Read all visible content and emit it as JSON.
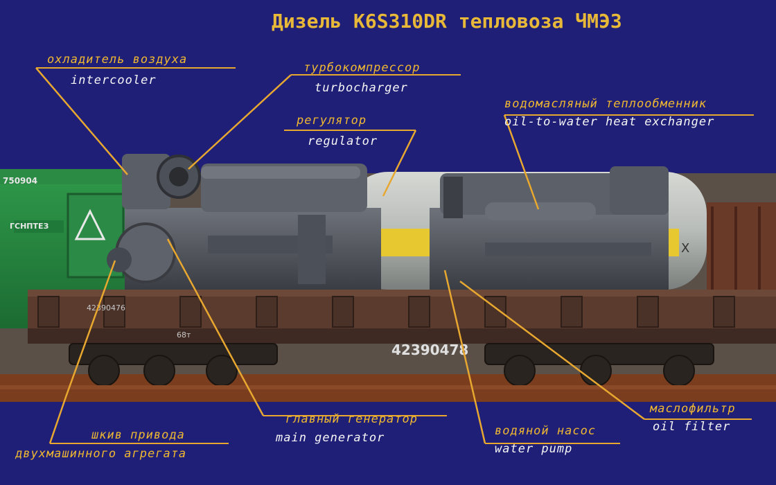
{
  "title": "Дизель K6S310DR тепловоза ЧМЭ3",
  "labels": {
    "intercooler": {
      "ru": "охладитель воздуха",
      "en": "intercooler"
    },
    "turbocharger": {
      "ru": "турбокомпрессор",
      "en": "turbocharger"
    },
    "regulator": {
      "ru": "регулятор",
      "en": "regulator"
    },
    "heat_exchanger": {
      "ru": "водомасляный теплообменник",
      "en": "oil-to-water heat exchanger"
    },
    "main_generator": {
      "ru": "главный генератор",
      "en": "main generator"
    },
    "pulley": {
      "ru_line1": "шкив привода",
      "ru_line2": "двухмашинного агрегата"
    },
    "water_pump": {
      "ru": "водяной насос",
      "en": "water pump"
    },
    "oil_filter": {
      "ru": "маслофильтр",
      "en": "oil filter"
    }
  },
  "wagon_markings": {
    "left_car_number": "750904",
    "left_car_text": "ГСНПТЕЗ",
    "platform_number": "42390478",
    "platform_small": "42390476",
    "load": "68т",
    "tank_marker": "X"
  },
  "colors": {
    "background": "#1f1f78",
    "title": "#e8b838",
    "label_ru": "#f0b830",
    "label_en": "#f6f6f6",
    "leader_line": "#e8a830"
  }
}
